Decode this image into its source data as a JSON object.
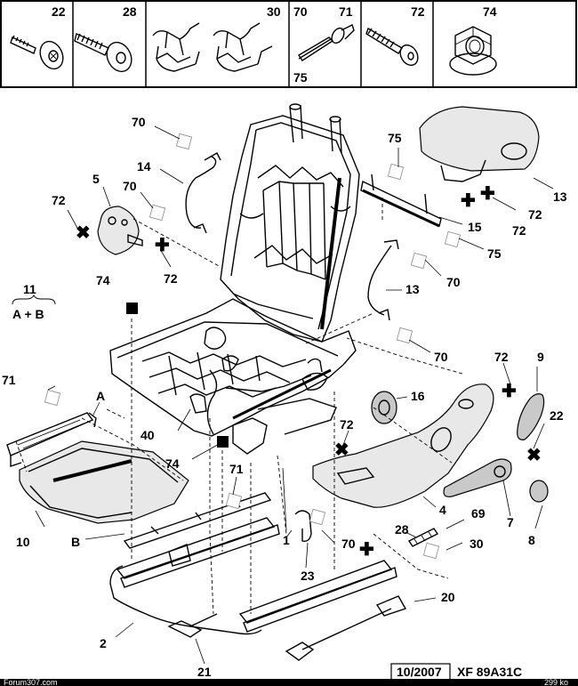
{
  "header_cells": [
    {
      "labels": [
        "22"
      ]
    },
    {
      "labels": [
        "28"
      ]
    },
    {
      "labels": [
        "30"
      ]
    },
    {
      "labels": [
        "70",
        "71",
        "75"
      ]
    },
    {
      "labels": [
        "72"
      ]
    },
    {
      "labels": [
        "74"
      ]
    }
  ],
  "callouts": {
    "c70a": "70",
    "c14": "14",
    "c70b": "70",
    "c5": "5",
    "c72a": "72",
    "c72b": "72",
    "c11": "11",
    "cAB": "A + B",
    "c74a": "74",
    "c75a": "75",
    "c13a": "13",
    "c72c": "72",
    "c15": "15",
    "c72d": "72",
    "c75b": "75",
    "c70c": "70",
    "c13b": "13",
    "c70d": "70",
    "c72e": "72",
    "c9": "9",
    "c16": "16",
    "c22": "22",
    "c71a": "71",
    "cA": "A",
    "c40": "40",
    "c72f": "72",
    "c74b": "74",
    "c71b": "71",
    "c4": "4",
    "c7": "7",
    "c69": "69",
    "c8": "8",
    "c10": "10",
    "cB": "B",
    "c28": "28",
    "c30": "30",
    "c1": "1",
    "c70e": "70",
    "c23": "23",
    "c20": "20",
    "c2": "2",
    "c21": "21"
  },
  "footer": {
    "date": "10/2007",
    "reference": "XF 89A31C",
    "watermark": "Forum307.com",
    "file_size": "299 ko"
  },
  "colors": {
    "ink": "#000000",
    "paper": "#ffffff",
    "bar": "#000000"
  }
}
